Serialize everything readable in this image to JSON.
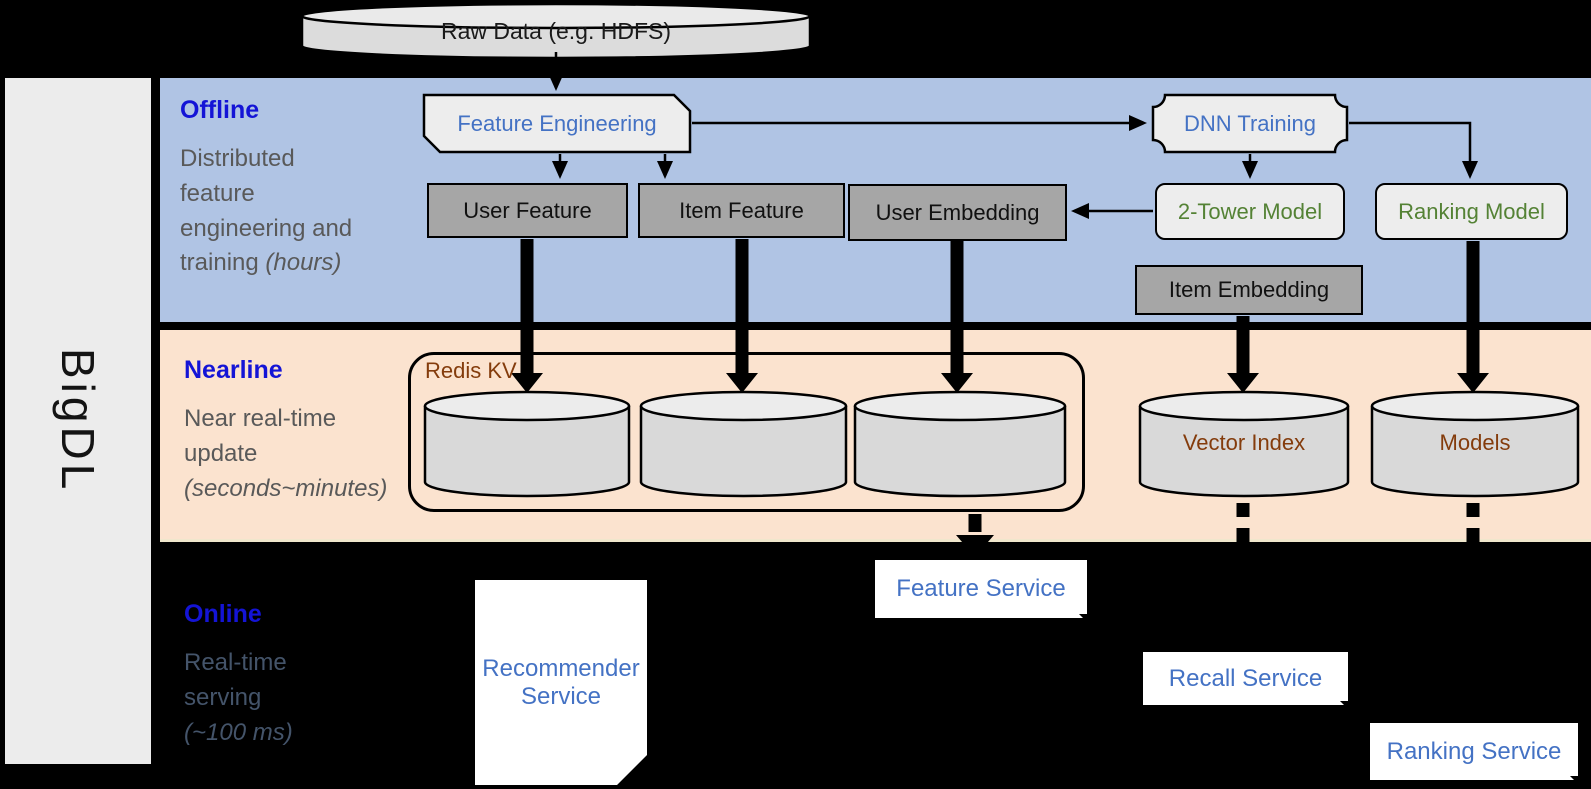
{
  "brand": {
    "label": "BigDL"
  },
  "raw_data": {
    "label": "Raw Data (e.g. HDFS)"
  },
  "sections": {
    "offline": {
      "title": "Offline",
      "desc": "Distributed feature engineering and training ",
      "desc_italic": "(hours)"
    },
    "nearline": {
      "title": "Nearline",
      "desc": "Near real-time update ",
      "desc_italic": "(seconds~minutes)"
    },
    "online": {
      "title": "Online",
      "desc": "Real-time serving ",
      "desc_italic": "(~100 ms)"
    }
  },
  "offline_nodes": {
    "feature_engineering": "Feature Engineering",
    "dnn_training": "DNN Training",
    "user_feature": "User Feature",
    "item_feature": "Item Feature",
    "user_embedding": "User Embedding",
    "two_tower_model": "2-Tower Model",
    "ranking_model": "Ranking Model",
    "item_embedding": "Item Embedding"
  },
  "nearline_nodes": {
    "redis_kv": "Redis KV",
    "vector_index": "Vector Index",
    "models": "Models"
  },
  "online_nodes": {
    "recommender_service": "Recommender Service",
    "feature_service": "Feature Service",
    "recall_service": "Recall Service",
    "ranking_service": "Ranking Service"
  },
  "colors": {
    "offline_band": "#b0c4e4",
    "nearline_band": "#fbe3cf",
    "section_title_blue": "#1414d6",
    "process_text_blue": "#4472c4",
    "model_text_green": "#548235",
    "storage_text_brown": "#843c0c",
    "service_text_blue": "#4472c4",
    "node_gray": "#a6a6a6"
  }
}
